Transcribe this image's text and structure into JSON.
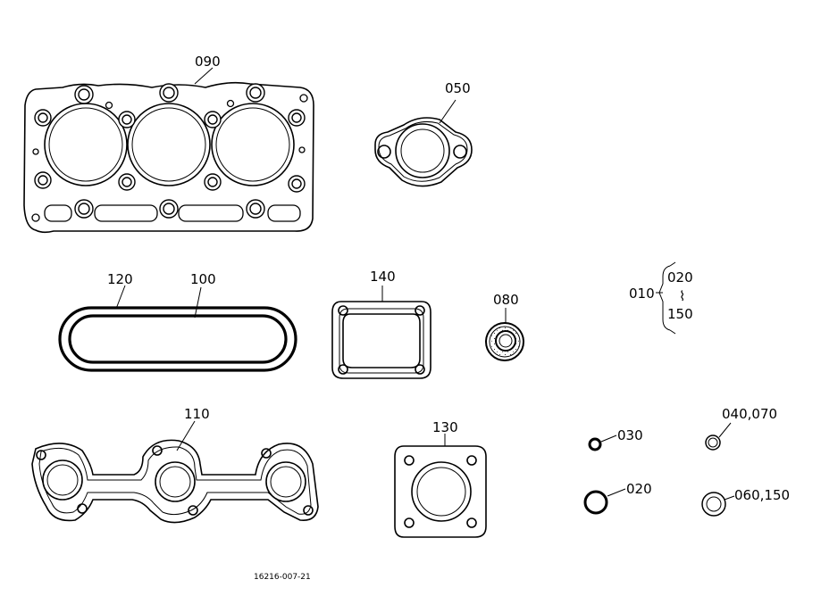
{
  "labels": {
    "l090": "090",
    "l050": "050",
    "l120": "120",
    "l100": "100",
    "l140": "140",
    "l080": "080",
    "l010": "010",
    "l020a": "020",
    "l_sep": "⌇",
    "l150a": "150",
    "l110": "110",
    "l130": "130",
    "l030": "030",
    "l040": "040,070",
    "l020b": "020",
    "l060": "060,150"
  },
  "footer": {
    "code": "16216-007-21"
  },
  "colors": {
    "line": "#000000",
    "background": "#ffffff"
  }
}
